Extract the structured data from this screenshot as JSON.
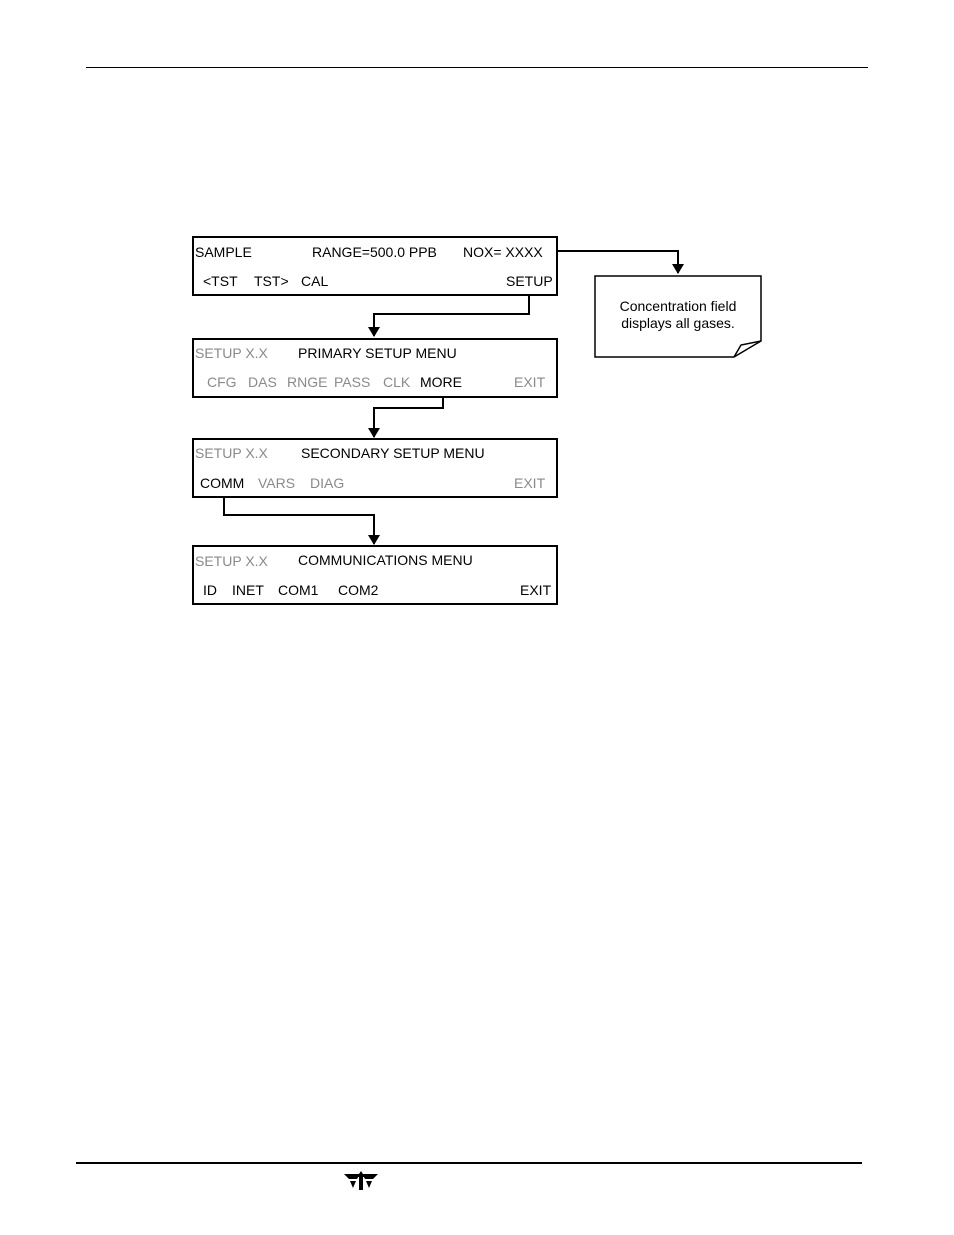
{
  "screens": {
    "sample": {
      "title": "SAMPLE",
      "range": "RANGE=500.0 PPB",
      "conc": "NOX= XXXX",
      "buttons": [
        "<TST",
        "TST>",
        "CAL",
        "SETUP"
      ]
    },
    "primary": {
      "mode": "SETUP X.X",
      "title": "PRIMARY SETUP MENU",
      "buttons": [
        "CFG",
        "DAS",
        "RNGE",
        "PASS",
        "CLK",
        "MORE",
        "EXIT"
      ]
    },
    "secondary": {
      "mode": "SETUP X.X",
      "title": "SECONDARY SETUP MENU",
      "buttons": [
        "COMM",
        "VARS",
        "DIAG",
        "EXIT"
      ]
    },
    "comm": {
      "mode": "SETUP X.X",
      "title": "COMMUNICATIONS MENU",
      "buttons": [
        "ID",
        "INET",
        "COM1",
        "COM2",
        "EXIT"
      ]
    }
  },
  "callout": {
    "line1": "Concentration field",
    "line2": "displays all gases."
  },
  "colors": {
    "active_text": "#000000",
    "inactive_text": "#8a8a8a"
  }
}
